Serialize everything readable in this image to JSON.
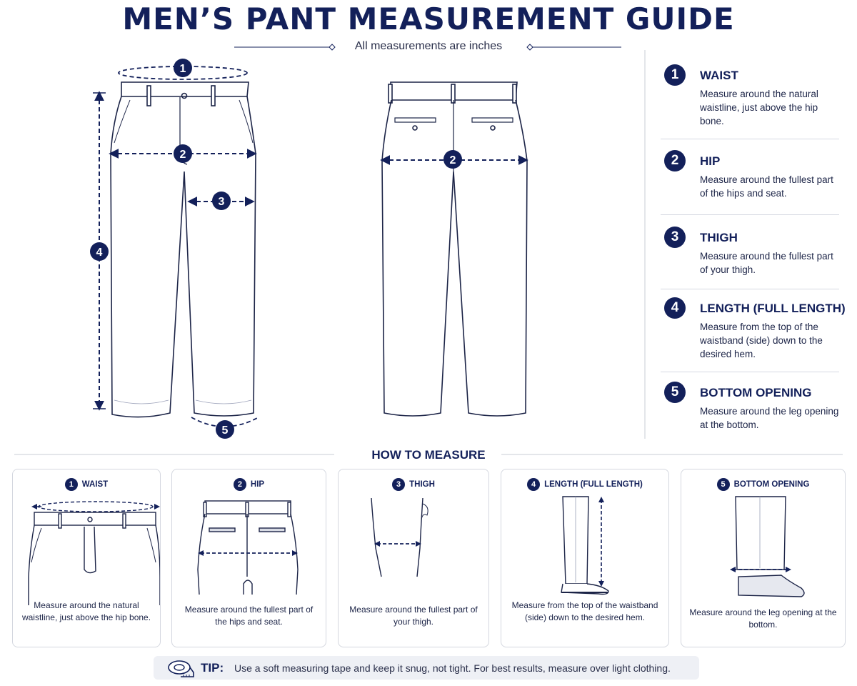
{
  "title": "MEN’S PANT MEASUREMENT GUIDE",
  "subtitle": "All measurements are inches",
  "legend": [
    {
      "num": "1",
      "name": "WAIST",
      "desc": "Measure around the natural waistline, just above the hip bone."
    },
    {
      "num": "2",
      "name": "HIP",
      "desc": "Measure around the fullest part of the hips and seat."
    },
    {
      "num": "3",
      "name": "THIGH",
      "desc": "Measure around the fullest part of your thigh."
    },
    {
      "num": "4",
      "name": "LENGTH (FULL LENGTH)",
      "desc": "Measure from the top of the waistband (side) down to the desired hem."
    },
    {
      "num": "5",
      "name": "BOTTOM OPENING",
      "desc": "Measure around the leg opening at the bottom."
    }
  ],
  "front_markers": [
    "1",
    "2",
    "3",
    "4",
    "5"
  ],
  "back_markers": [
    "2"
  ],
  "how_to_measure": {
    "heading": "HOW TO MEASURE",
    "cards": [
      {
        "num": "1",
        "title": "WAIST",
        "desc": "Measure around the natural waistline, just above the hip bone."
      },
      {
        "num": "2",
        "title": "HIP",
        "desc": "Measure around the fullest part of the hips and seat."
      },
      {
        "num": "3",
        "title": "THIGH",
        "desc": "Measure around the fullest part of your thigh."
      },
      {
        "num": "4",
        "title": "LENGTH (FULL LENGTH)",
        "desc": "Measure from the top of the waistband (side) down to the desired hem."
      },
      {
        "num": "5",
        "title": "BOTTOM OPENING",
        "desc": "Measure around the leg opening at the bottom."
      }
    ]
  },
  "tip": {
    "label": "TIP:",
    "text": "Use a soft measuring tape and keep it snug, not tight. For best results, measure over light clothing.",
    "icon": "measuring-tape-icon"
  },
  "colors": {
    "navy": "#13205a",
    "ink": "#1c2447",
    "divider": "#d5d8e2",
    "tip_bg": "#eef0f5"
  }
}
